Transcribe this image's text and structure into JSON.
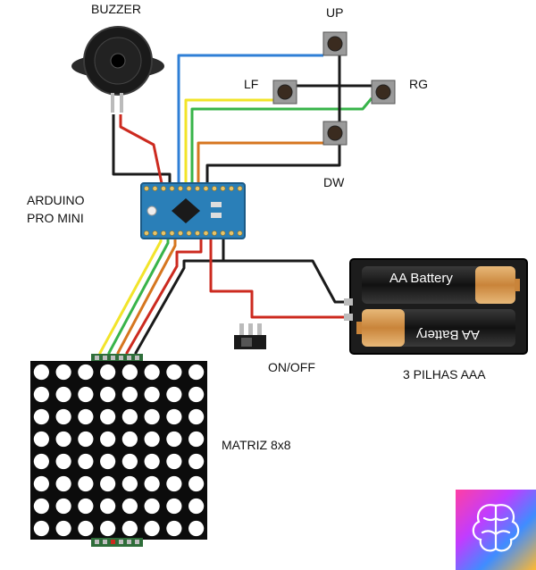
{
  "labels": {
    "buzzer": "BUZZER",
    "up": "UP",
    "lf": "LF",
    "rg": "RG",
    "dw": "DW",
    "arduino_line1": "ARDUINO",
    "arduino_line2": "PRO MINI",
    "on_off": "ON/OFF",
    "matrix": "MATRIZ 8x8",
    "batteries": "3 PILHAS AAA",
    "battery_top": "AA Battery",
    "battery_bottom": "AA Battery"
  },
  "matrix": {
    "rows": 8,
    "cols": 8
  },
  "colors": {
    "wire_red": "#cc2a1f",
    "wire_black": "#1a1a1a",
    "wire_blue": "#2f7fd6",
    "wire_yellow": "#f2e42a",
    "wire_green": "#38b44a",
    "wire_orange": "#d6761f",
    "board_blue": "#2a7fb8",
    "battery_copper": "#d9a05b"
  }
}
